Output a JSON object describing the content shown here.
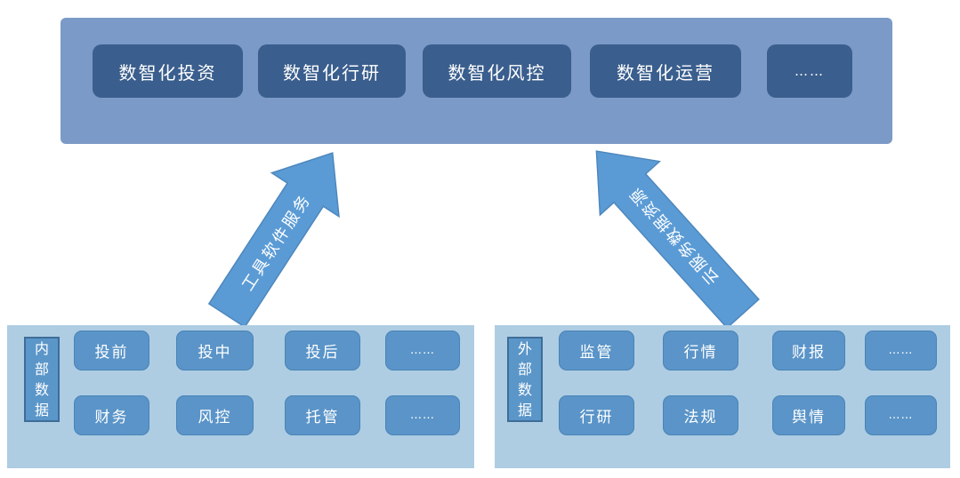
{
  "colors": {
    "top_container_bg": "#7c9ac7",
    "top_item_bg": "#3a5e8d",
    "arrow_fill": "#5b9bd5",
    "panel_bg": "#aecde3",
    "cell_bg": "#5a94c8",
    "label_box_border": "#3e6d99",
    "text": "#ffffff"
  },
  "top": {
    "items": [
      "数智化投资",
      "数智化行研",
      "数智化风控",
      "数智化运营",
      "……"
    ]
  },
  "arrows": {
    "left_label": "工具软件服务",
    "right_label": "云服务数据资源"
  },
  "internal": {
    "label": "内部数据",
    "rows": [
      [
        "投前",
        "投中",
        "投后",
        "……"
      ],
      [
        "财务",
        "风控",
        "托管",
        "……"
      ]
    ]
  },
  "external": {
    "label": "外部数据",
    "rows": [
      [
        "监管",
        "行情",
        "财报",
        "……"
      ],
      [
        "行研",
        "法规",
        "舆情",
        "……"
      ]
    ]
  }
}
